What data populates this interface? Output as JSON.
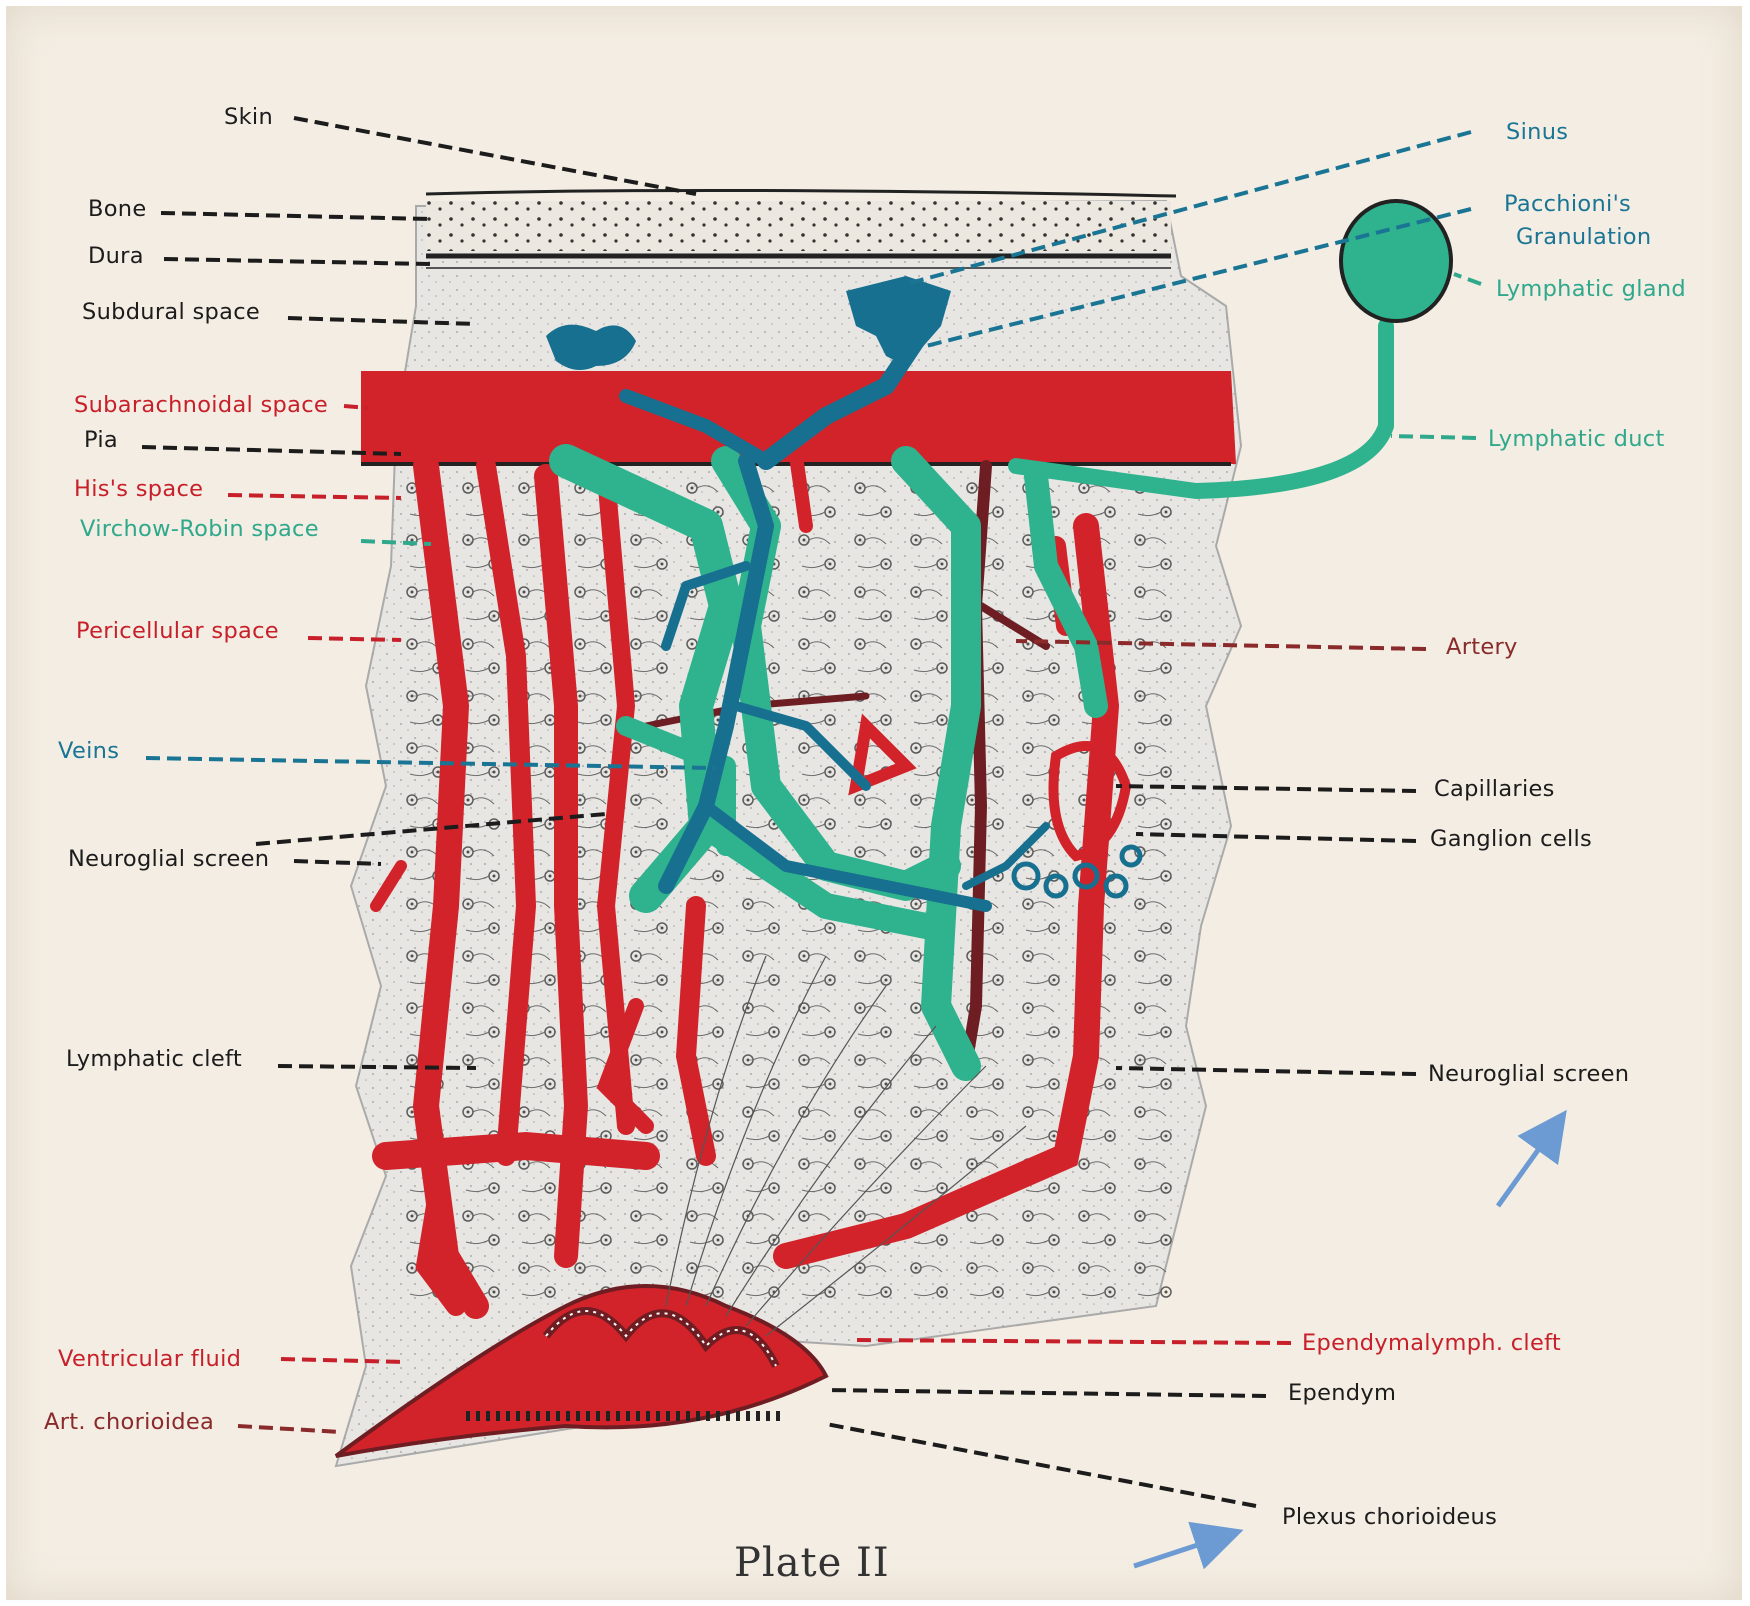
{
  "caption": "Plate II",
  "colors": {
    "background": "#f3ede3",
    "black": "#1c1c1c",
    "red": "#c8202a",
    "blue": "#1a7595",
    "green": "#2fa88c",
    "maroon": "#8a2a2a",
    "arrow": "#6b9bd2"
  },
  "labels": {
    "skin": "Skin",
    "bone": "Bone",
    "dura": "Dura",
    "subdural_space": "Subdural space",
    "subarachnoidal_space": "Subarachnoidal space",
    "pia": "Pia",
    "his_space": "His's space",
    "virchow_robin_space": "Virchow-Robin space",
    "pericellular_space": "Pericellular space",
    "veins": "Veins",
    "neuroglial_screen_left": "Neuroglial screen",
    "lymphatic_cleft": "Lymphatic cleft",
    "ventricular_fluid": "Ventricular fluid",
    "art_chorioidea": "Art. chorioidea",
    "sinus": "Sinus",
    "pacchionis_line1": "Pacchioni's",
    "pacchionis_line2": "Granulation",
    "lymphatic_gland": "Lymphatic gland",
    "lymphatic_duct": "Lymphatic duct",
    "artery": "Artery",
    "capillaries": "Capillaries",
    "ganglion_cells": "Ganglion cells",
    "neuroglial_screen_right": "Neuroglial screen",
    "ependymalymph_cleft": "Ependymalymph. cleft",
    "ependym": "Ependym",
    "plexus_chorioideus": "Plexus chorioideus"
  },
  "icons": [
    "arrow-annotation-icon"
  ]
}
